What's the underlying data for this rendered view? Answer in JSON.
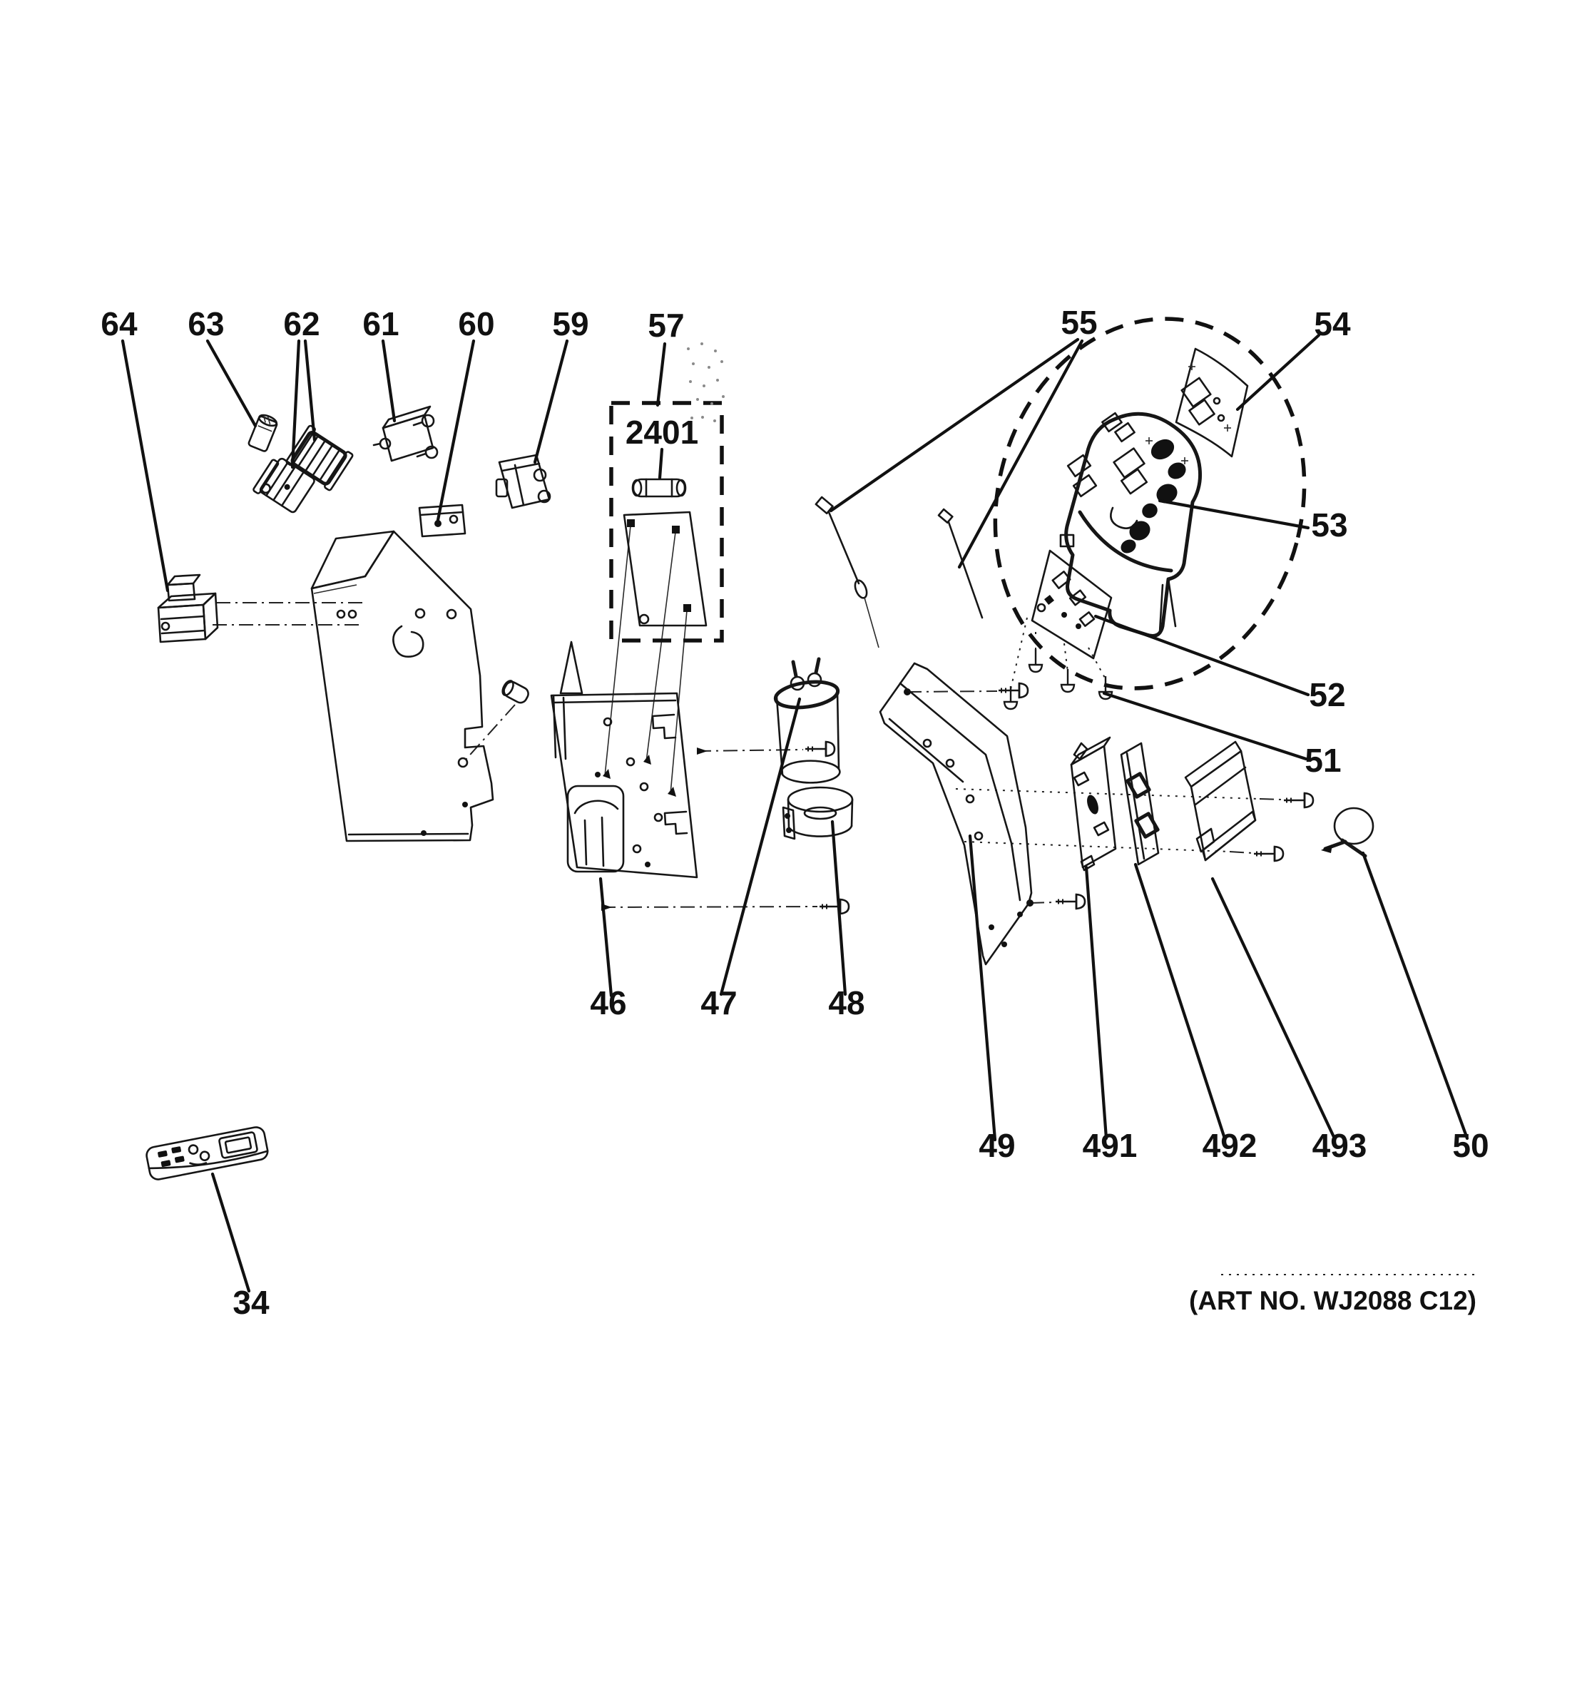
{
  "figure": {
    "type": "exploded-parts-diagram",
    "subject": "Air conditioner control box, control panel and power cord assembly",
    "art_no": "(ART NO. WJ2088 C12)"
  },
  "callouts": {
    "c64": "64",
    "c63": "63",
    "c62": "62",
    "c61": "61",
    "c60": "60",
    "c59": "59",
    "c57": "57",
    "c2401": "2401",
    "c55": "55",
    "c54": "54",
    "c53": "53",
    "c52": "52",
    "c51": "51",
    "c46": "46",
    "c47": "47",
    "c48": "48",
    "c49": "49",
    "c491": "491",
    "c492": "492",
    "c493": "493",
    "c50": "50",
    "c34": "34"
  },
  "colors": {
    "ink": "#111111",
    "paper": "#ffffff"
  }
}
